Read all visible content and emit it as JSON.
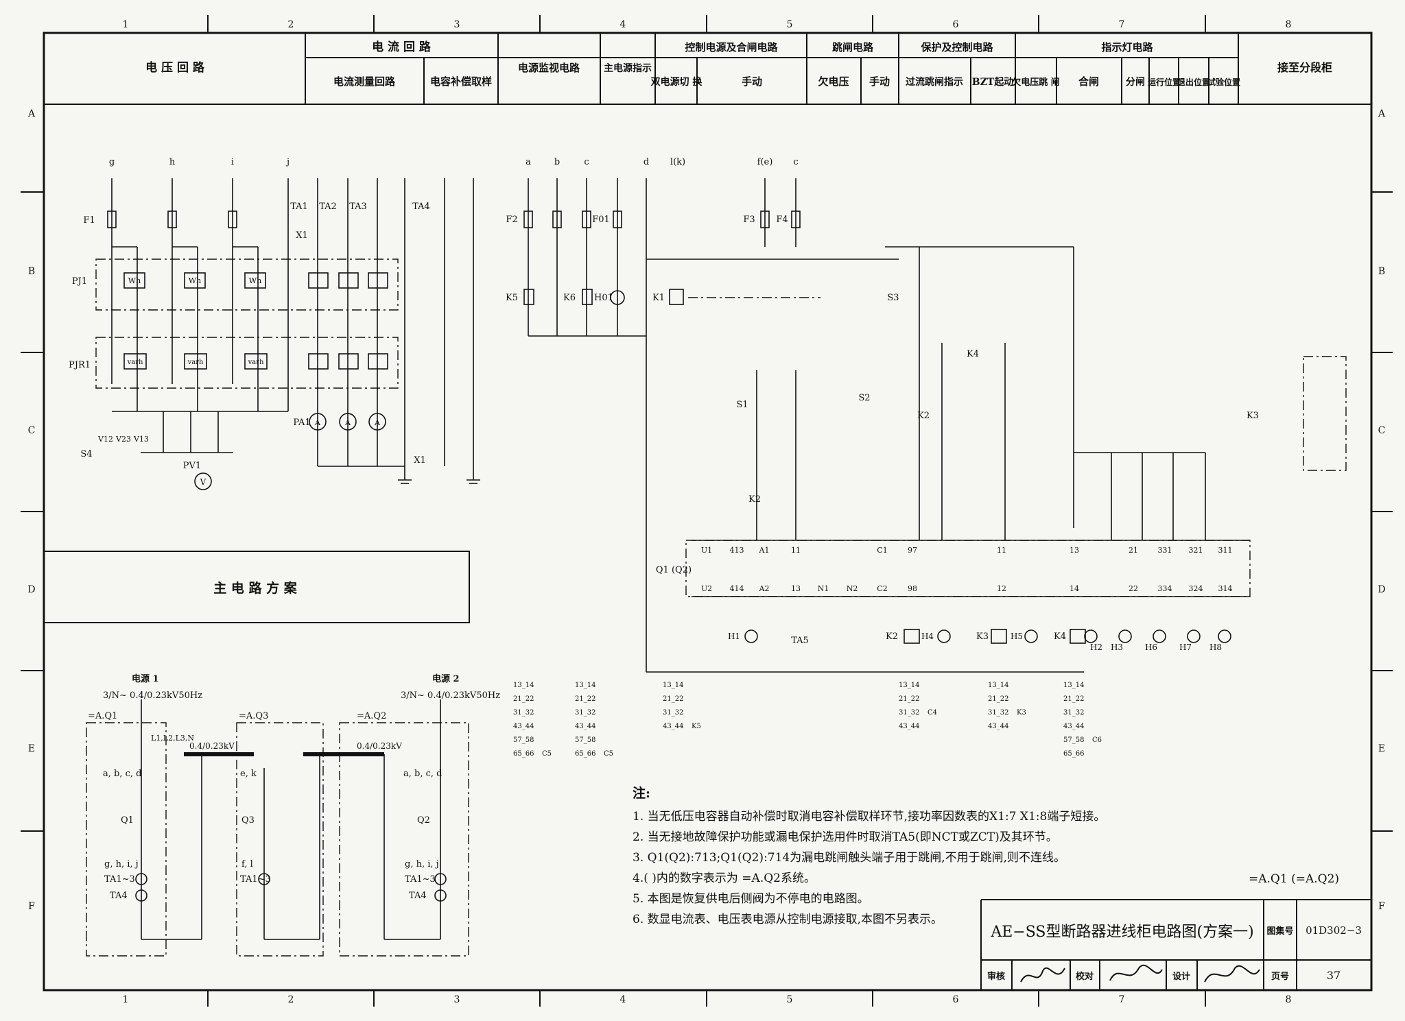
{
  "grid": {
    "columns": [
      "1",
      "2",
      "3",
      "4",
      "5",
      "6",
      "7",
      "8"
    ],
    "rows": [
      "A",
      "B",
      "C",
      "D",
      "E",
      "F"
    ]
  },
  "header": {
    "voltage_loop": "电 压 回 路",
    "current_loop": "电 流 回 路",
    "current_meas": "电流测量回路",
    "cap_comp": "电容补偿取样",
    "power_monitor": "电源监视电路",
    "main_power_ind": "主电源指示",
    "ctrl_power_close": "控制电源及合闸电路",
    "dual_switch": "双电源切 换",
    "manual_1": "手动",
    "trip_circuit": "跳闸电路",
    "undervoltage": "欠电压",
    "manual_2": "手动",
    "protect_ctrl": "保护及控制电路",
    "overcurrent_ind": "过流跳闸指示",
    "bzt": "BZT起动",
    "indicator_circuit": "指示灯电路",
    "uv_trip": "欠电压跳 闸",
    "closed": "合闸",
    "opened": "分闸",
    "run_pos": "运行位置",
    "exit_pos": "退出位置",
    "test_pos": "试验位置",
    "to_section": "接至分段柜"
  },
  "main_circuit": {
    "title": "主 电 路 方 案",
    "source1": "电源 1",
    "source2": "电源 2",
    "spec1": "3/N~ 0.4/0.23kV50Hz",
    "spec2": "3/N~ 0.4/0.23kV50Hz",
    "aq1": "=A.Q1",
    "aq3": "=A.Q3",
    "aq2": "=A.Q2",
    "bus1": "0.4/0.23kV",
    "bus2": "0.4/0.23kV",
    "l123n": "L1,L2,L3,N",
    "abcd1": "a, b, c, d",
    "ek": "e, k",
    "abcd2": "a, b, c, d",
    "ghij1": "g, h, i, j",
    "fl": "f, l",
    "ghij2": "g, h, i, j",
    "q1": "Q1",
    "q3": "Q3",
    "q2": "Q2",
    "ta13_a": "TA1~3",
    "ta13_b": "TA1~3",
    "ta13_c": "TA1~3",
    "ta4_a": "TA4",
    "ta4_b": "TA4"
  },
  "voltage_section": {
    "cols": [
      "g",
      "h",
      "i",
      "j"
    ],
    "f1": "F1",
    "pj1": "PJ1",
    "pjr1": "PJR1",
    "s4": "S4",
    "pv1": "PV1",
    "v12": "V12",
    "v23": "V23",
    "v13": "V13",
    "wh": "Wh",
    "varh": "varh"
  },
  "current_section": {
    "ta1": "TA1",
    "ta2": "TA2",
    "ta3": "TA3",
    "ta4": "TA4",
    "x1": "X1",
    "pa1": "PA1",
    "amp": "A"
  },
  "control_section": {
    "cols": [
      "a",
      "b",
      "c",
      "d",
      "l(k)",
      "f(e)",
      "c"
    ],
    "f2": "F2",
    "f01": "F01",
    "f3": "F3",
    "f4": "F4",
    "k5": "K5",
    "k6": "K6",
    "h01": "H01",
    "k1": "K1",
    "s3": "S3",
    "k4": "K4",
    "s1": "S1",
    "s2": "S2",
    "k2": "K2",
    "k3": "K3",
    "q1q2": "Q1 (Q2)",
    "top_terms": [
      "U1",
      "413",
      "A1",
      "11",
      "C1",
      "97",
      "11",
      "13",
      "21",
      "331",
      "321",
      "311"
    ],
    "bot_terms": [
      "U2",
      "414",
      "A2",
      "13",
      "N1",
      "N2",
      "C2",
      "98",
      "12",
      "14",
      "22",
      "334",
      "324",
      "314"
    ],
    "lamps": [
      "H1",
      "H4",
      "H5",
      "H2",
      "H3",
      "H6",
      "H7",
      "H8"
    ],
    "ta5": "TA5",
    "k2b": "K2",
    "k3b": "K3",
    "k4b": "K4"
  },
  "contact_tables": [
    {
      "rows": [
        "13_14",
        "21_22",
        "31_32",
        "43_44",
        "57_58",
        "65_66"
      ],
      "label": "C5"
    },
    {
      "rows": [
        "13_14",
        "21_22",
        "31_32",
        "43_44",
        "57_58",
        "65_66"
      ],
      "label": "C5"
    },
    {
      "rows": [
        "13_14",
        "21_22",
        "31_32",
        "43_44"
      ],
      "label": "K5"
    },
    {
      "rows": [
        "13_14",
        "21_22",
        "31_32",
        "43_44"
      ],
      "label": "C4"
    },
    {
      "rows": [
        "13_14",
        "21_22",
        "31_32",
        "43_44"
      ],
      "label": "K3"
    },
    {
      "rows": [
        "13_14",
        "21_22",
        "31_32",
        "43_44",
        "57_58",
        "65_66"
      ],
      "label": "C6"
    }
  ],
  "notes": {
    "header": "注:",
    "items": [
      "1. 当无低压电容器自动补偿时取消电容补偿取样环节,接功率因数表的X1:7  X1:8端子短接。",
      "2. 当无接地故障保护功能或漏电保护选用件时取消TA5(即NCT或ZCT)及其环节。",
      "3. Q1(Q2):713;Q1(Q2):714为漏电跳闸触头端子用于跳闸,不用于跳闸,则不连线。",
      "4.(  )内的数字表示为 =A.Q2系统。",
      "5. 本图是恢复供电后侧阀为不停电的电路图。",
      "6. 数显电流表、电压表电源从控制电源接取,本图不另表示。"
    ]
  },
  "ref_note": "=A.Q1 (=A.Q2)",
  "title_block": {
    "title": "AE−SS型断路器进线柜电路图(方案一)",
    "atlas_label": "图集号",
    "atlas_no": "01D302−3",
    "review": "审核",
    "check": "校对",
    "design": "设计",
    "page_label": "页号",
    "page_no": "37"
  }
}
